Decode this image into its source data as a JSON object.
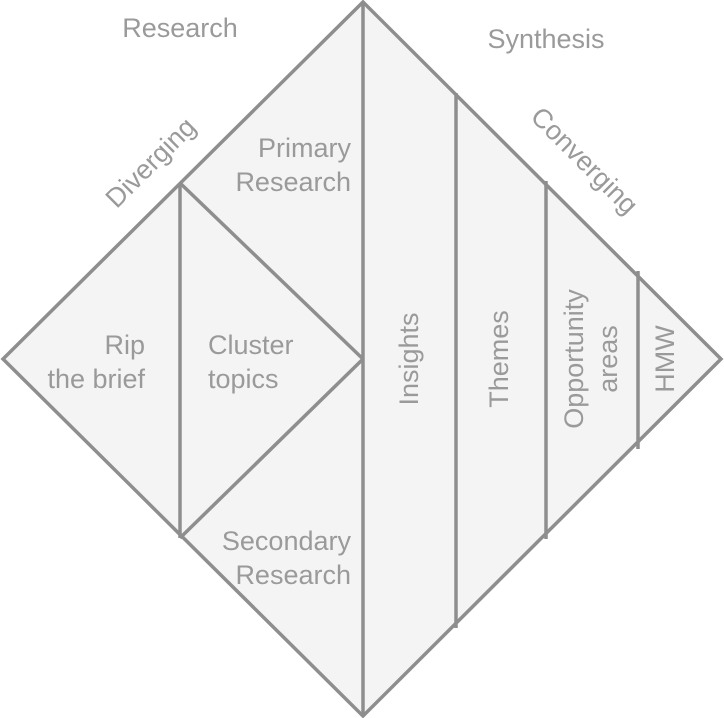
{
  "diagram": {
    "phases": {
      "research": "Research",
      "synthesis": "Synthesis"
    },
    "modes": {
      "diverging": "Diverging",
      "converging": "Converging"
    },
    "left": {
      "rip_line1": "Rip",
      "rip_line2": "the brief",
      "cluster_line1": "Cluster",
      "cluster_line2": "topics",
      "primary_line1": "Primary",
      "primary_line2": "Research",
      "secondary_line1": "Secondary",
      "secondary_line2": "Research"
    },
    "right": {
      "insights": "Insights",
      "themes": "Themes",
      "opportunity_line1": "Opportunity",
      "opportunity_line2": "areas",
      "hmw": "HMW"
    }
  }
}
